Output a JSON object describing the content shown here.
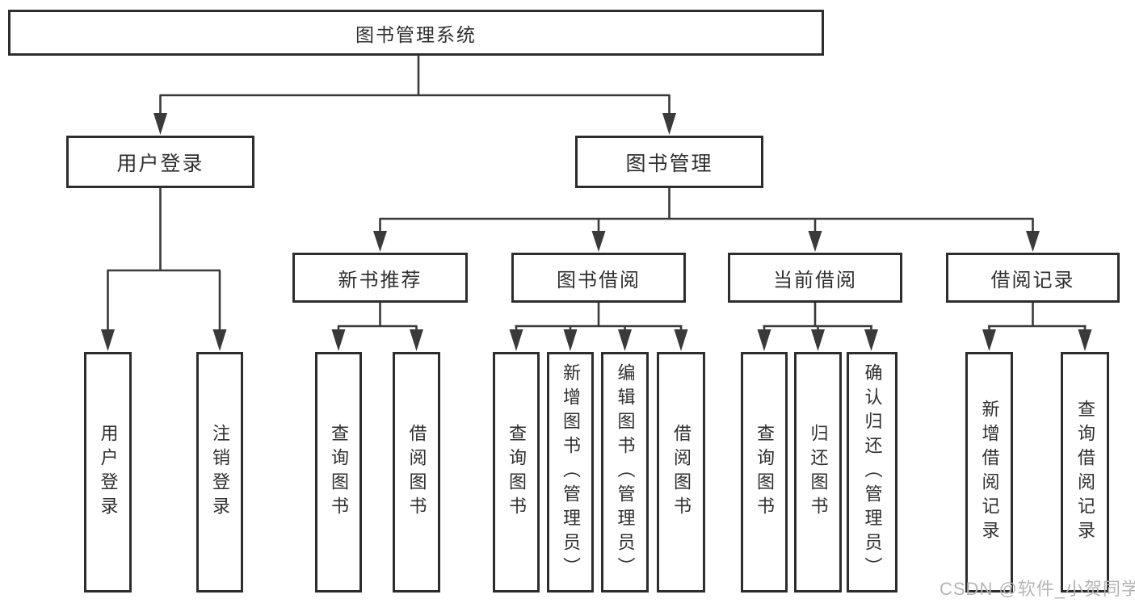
{
  "tree": {
    "label": "图书管理系统",
    "children": [
      {
        "label": "用户登录",
        "children": [
          {
            "label": "用户登录"
          },
          {
            "label": "注销登录"
          }
        ]
      },
      {
        "label": "图书管理",
        "children": [
          {
            "label": "新书推荐",
            "children": [
              {
                "label": "查询图书"
              },
              {
                "label": "借阅图书"
              }
            ]
          },
          {
            "label": "图书借阅",
            "children": [
              {
                "label": "查询图书"
              },
              {
                "label": "新增图书（管理员）"
              },
              {
                "label": "编辑图书（管理员）"
              },
              {
                "label": "借阅图书"
              }
            ]
          },
          {
            "label": "当前借阅",
            "children": [
              {
                "label": "查询图书"
              },
              {
                "label": "归还图书"
              },
              {
                "label": "确认归还（管理员）"
              }
            ]
          },
          {
            "label": "借阅记录",
            "children": [
              {
                "label": "新增借阅记录"
              },
              {
                "label": "查询借阅记录"
              }
            ]
          }
        ]
      }
    ]
  },
  "watermark": {
    "text": "CSDN @软件_小贺同学"
  },
  "colors": {
    "line": "#3a3a3a",
    "box_border": "#2d2d2d",
    "box_fill": "#ffffff",
    "text": "#2f2f2f",
    "watermark": "#b5b5b5",
    "background": "#ffffff"
  }
}
